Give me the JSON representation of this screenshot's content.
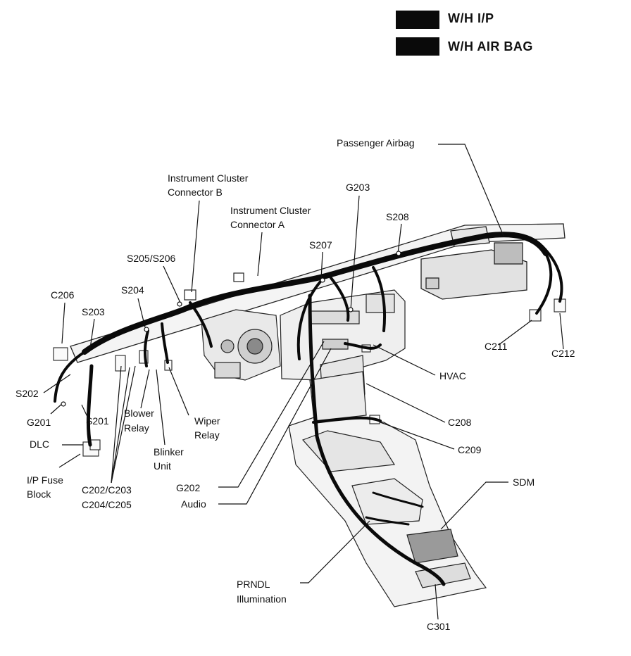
{
  "legend": {
    "ip_harness": "W/H I/P",
    "airbag_harness": "W/H AIR BAG"
  },
  "labels": {
    "passenger_airbag": "Passenger Airbag",
    "ic_connector_b_l1": "Instrument Cluster",
    "ic_connector_b_l2": "Connector B",
    "ic_connector_a_l1": "Instrument Cluster",
    "ic_connector_a_l2": "Connector A",
    "g203": "G203",
    "s208": "S208",
    "s207": "S207",
    "s205_s206": "S205/S206",
    "s204": "S204",
    "c206": "C206",
    "s203": "S203",
    "s202": "S202",
    "g201": "G201",
    "s201": "S201",
    "dlc": "DLC",
    "ip_fuse_block_l1": "I/P Fuse",
    "ip_fuse_block_l2": "Block",
    "blower_relay_l1": "Blower",
    "blower_relay_l2": "Relay",
    "wiper_relay_l1": "Wiper",
    "wiper_relay_l2": "Relay",
    "blinker_unit_l1": "Blinker",
    "blinker_unit_l2": "Unit",
    "c202_c203": "C202/C203",
    "c204_c205": "C204/C205",
    "g202": "G202",
    "audio": "Audio",
    "hvac": "HVAC",
    "c208": "C208",
    "c209": "C209",
    "c211": "C211",
    "c212": "C212",
    "sdm": "SDM",
    "prndl_l1": "PRNDL",
    "prndl_l2": "Illumination",
    "c301": "C301"
  }
}
